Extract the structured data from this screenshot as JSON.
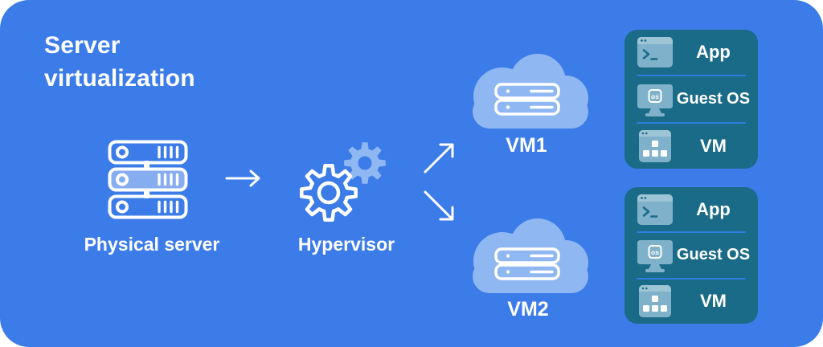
{
  "title": {
    "line1": "Server",
    "line2": "virtualization"
  },
  "flow": {
    "physical_server_label": "Physical server",
    "hypervisor_label": "Hypervisor",
    "vm1_label": "VM1",
    "vm2_label": "VM2"
  },
  "panels": [
    {
      "rows": [
        {
          "icon": "terminal-window-icon",
          "label": "App"
        },
        {
          "icon": "monitor-os-icon",
          "label": "Guest OS",
          "badge": "os"
        },
        {
          "icon": "window-apps-icon",
          "label": "VM"
        }
      ]
    },
    {
      "rows": [
        {
          "icon": "terminal-window-icon",
          "label": "App"
        },
        {
          "icon": "monitor-os-icon",
          "label": "Guest OS",
          "badge": "os"
        },
        {
          "icon": "window-apps-icon",
          "label": "VM"
        }
      ]
    }
  ],
  "icons": {
    "physical_server": "server-stack-icon",
    "hypervisor": "gears-icon",
    "vm": "cloud-server-icon",
    "flow_arrows": [
      "arrow-right-icon",
      "arrow-up-right-icon",
      "arrow-down-right-icon"
    ]
  },
  "colors": {
    "bg": "#3B7CE9",
    "cloud": "#8FB7F1",
    "server_highlight": "#86ADEF",
    "panel": "#1A6B87",
    "icon": "#7FB2CA",
    "icon_light": "#9DC5D6",
    "glyph": "#1A6B87",
    "divider": "#2E7EE2",
    "white": "#FFFFFF"
  }
}
